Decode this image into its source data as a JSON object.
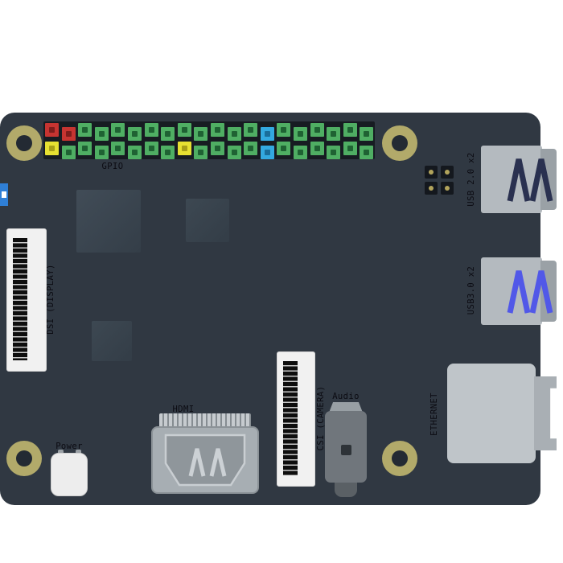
{
  "labels": {
    "gpio": "GPIO",
    "dsi": "DSI (DISPLAY)",
    "csi": "CSI (CAMERA)",
    "hdmi": "HDMI",
    "audio": "Audio",
    "power": "Power",
    "usb2": "USB 2.0 x2",
    "usb3": "USB3.0 x2",
    "ethernet": "ETHERNET"
  },
  "colors": {
    "board": "#303842",
    "hole-ring": "#b2aa6a",
    "hole-inner": "#232a33",
    "label": "#0b0b12",
    "usb2-tongue": "#2a3150",
    "usb3-tongue": "#5158e8"
  },
  "gpio": {
    "columns": 20,
    "rows": 2,
    "pin_colors": {
      "green": {
        "outer": "#4fae63",
        "inner": "#1f6233"
      },
      "red": {
        "outer": "#c63431",
        "inner": "#7e1d1c"
      },
      "yellow": {
        "outer": "#e6e032",
        "inner": "#a89f18"
      },
      "blue": {
        "outer": "#33a9e0",
        "inner": "#1a6e9b"
      }
    },
    "top_row": [
      "red",
      "red",
      "green",
      "green",
      "green",
      "green",
      "green",
      "green",
      "green",
      "green",
      "green",
      "green",
      "green",
      "blue",
      "green",
      "green",
      "green",
      "green",
      "green",
      "green"
    ],
    "bottom_row": [
      "yellow",
      "green",
      "green",
      "green",
      "green",
      "green",
      "green",
      "green",
      "yellow",
      "green",
      "green",
      "green",
      "green",
      "blue",
      "green",
      "green",
      "green",
      "green",
      "green",
      "green"
    ]
  }
}
